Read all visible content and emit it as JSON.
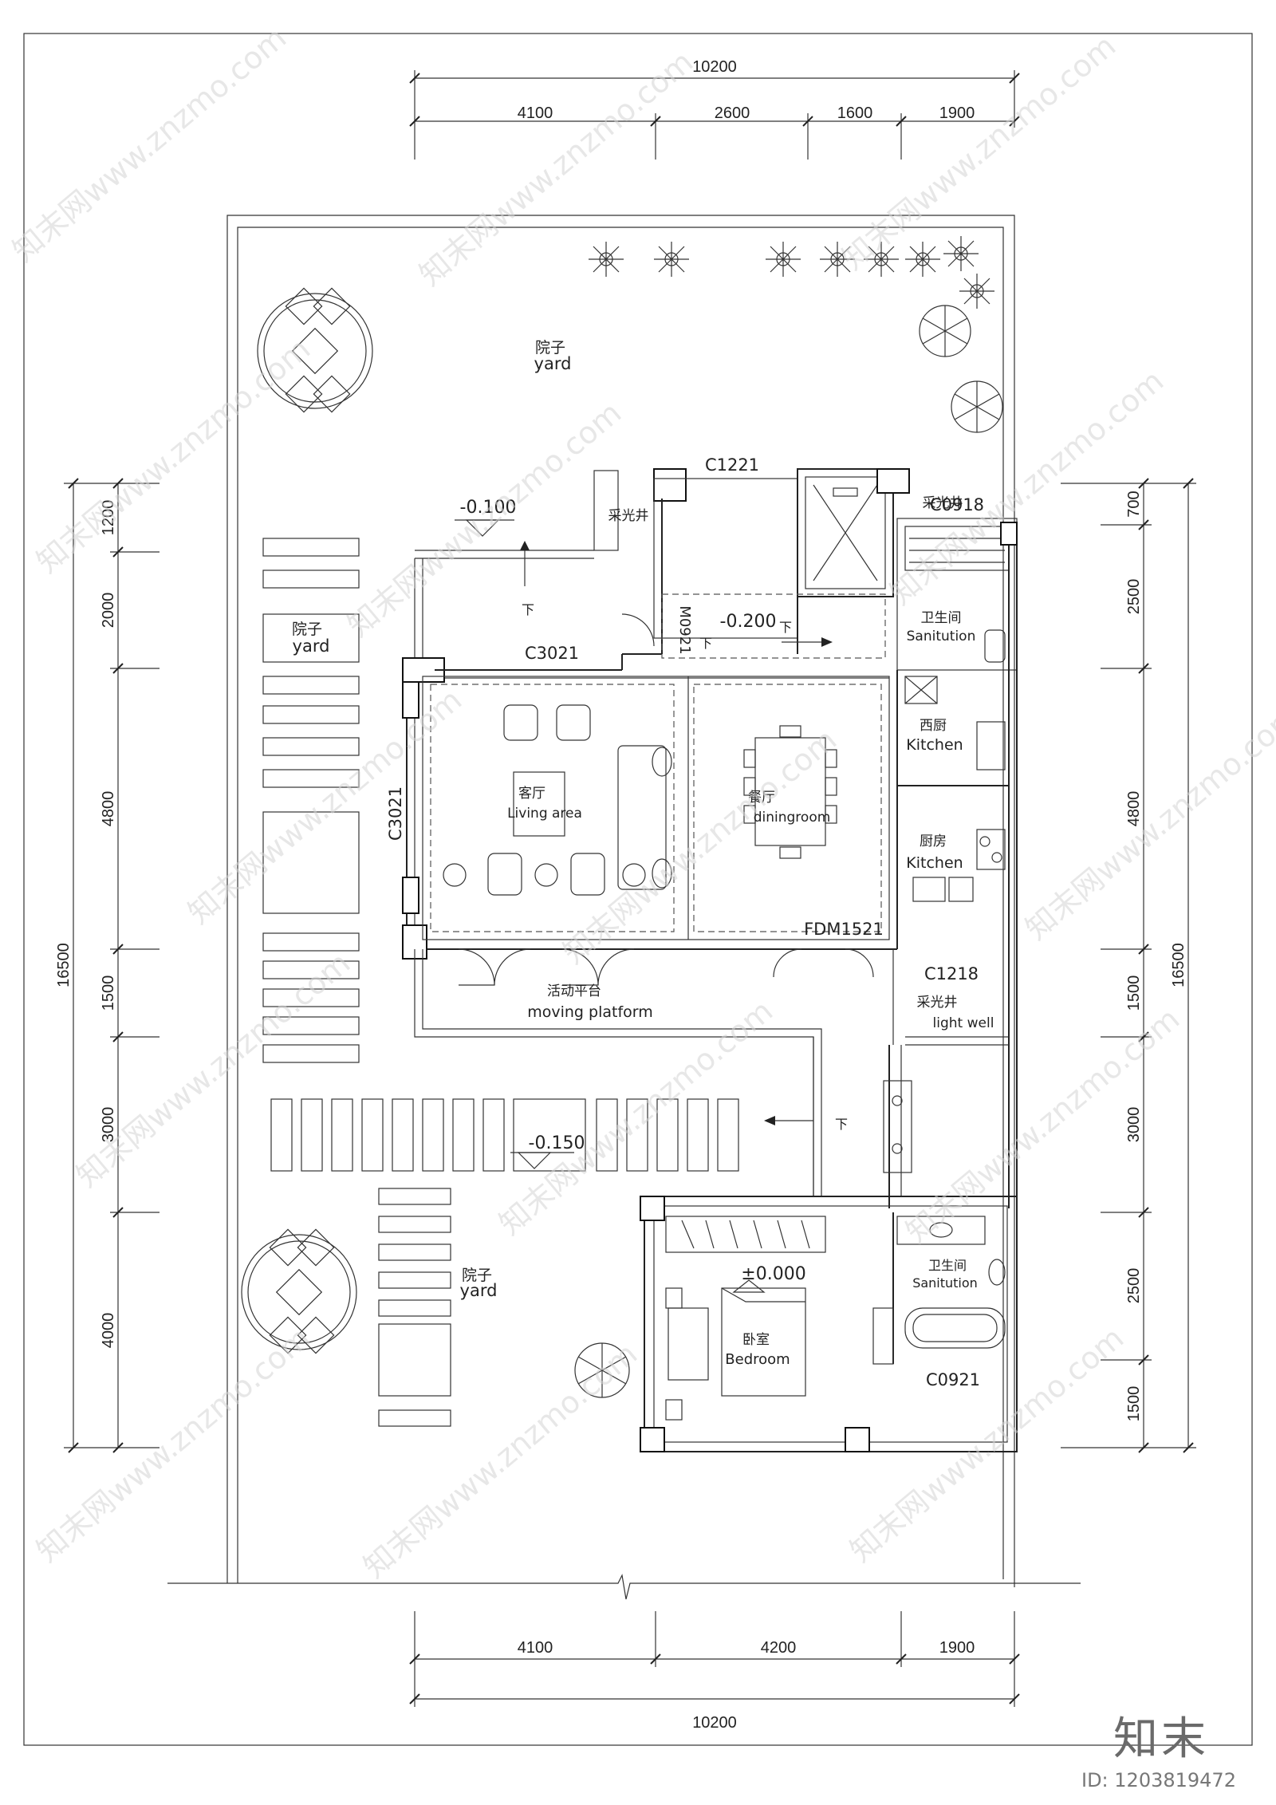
{
  "dimensions": {
    "top_total": "10200",
    "top_segments": [
      "4100",
      "2600",
      "1600",
      "1900"
    ],
    "bottom_segments": [
      "4100",
      "4200",
      "1900"
    ],
    "bottom_total": "10200",
    "left_total": "16500",
    "left_segments": [
      "1200",
      "2000",
      "4800",
      "1500",
      "3000",
      "4000"
    ],
    "right_total": "16500",
    "right_segments": [
      "700",
      "2500",
      "4800",
      "1500",
      "3000",
      "2500",
      "1500"
    ]
  },
  "labels": {
    "yard_top_cn": "院子",
    "yard_top_en": "yard",
    "yard_left_cn": "院子",
    "yard_left_en": "yard",
    "yard_bottom_cn": "院子",
    "yard_bottom_en": "yard",
    "living_cn": "客厅",
    "living_en": "Living area",
    "dining_cn": "餐厅",
    "dining_en": "diningroom",
    "western_kitchen_cn": "西厨",
    "western_kitchen_en": "Kitchen",
    "kitchen_cn": "厨房",
    "kitchen_en": "Kitchen",
    "bath_top_cn": "卫生间",
    "bath_top_en": "Sanitution",
    "bath_bottom_cn": "卫生间",
    "bath_bottom_en": "Sanitution",
    "lightwell_top_cn": "采光井",
    "lightwell_right_cn": "采光井",
    "lightwell_mid_cn": "采光井",
    "lightwell_mid_en": "light well",
    "platform_cn": "活动平台",
    "platform_en": "moving platform",
    "bedroom_cn": "卧室",
    "bedroom_en": "Bedroom",
    "down_1": "下",
    "down_2": "下",
    "down_3": "下",
    "down_4": "下"
  },
  "elevations": {
    "terrace": "-0.100",
    "hall": "-0.200",
    "yard": "-0.150",
    "bedroom": "±0.000"
  },
  "codes": {
    "c1221": "C1221",
    "c0918": "C0918",
    "c3021_top": "C3021",
    "c3021_side": "C3021",
    "m0921": "M0921",
    "fdm1521": "FDM1521",
    "c1218": "C1218",
    "c0921": "C0921"
  },
  "watermark": {
    "text": "知末网www.znzmo.com",
    "brand": "知末",
    "id": "ID: 1203819472"
  }
}
